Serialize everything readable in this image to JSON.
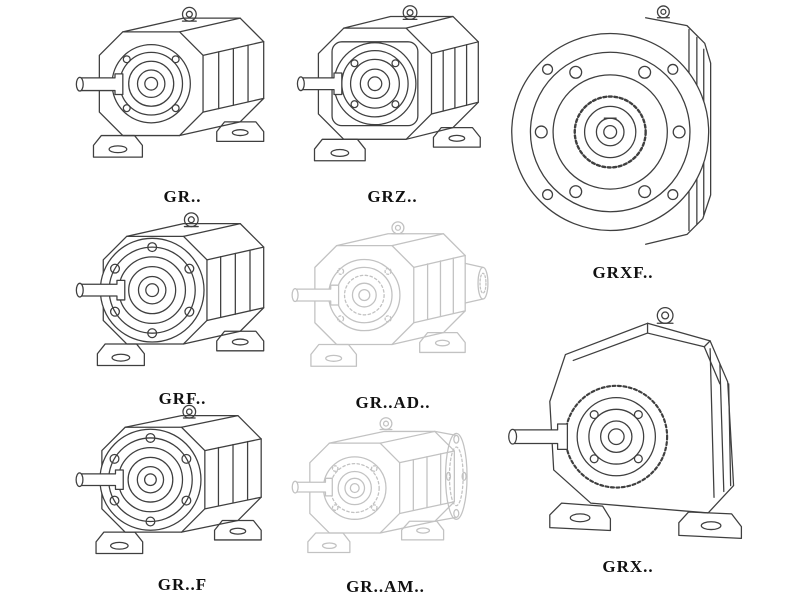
{
  "colors": {
    "line": "#3f3f3f",
    "faded": "#c2c2c2",
    "label": "#111111",
    "background": "#ffffff"
  },
  "figures": [
    {
      "id": "gr",
      "label": "GR.."
    },
    {
      "id": "grz",
      "label": "GRZ.."
    },
    {
      "id": "grxf",
      "label": "GRXF.."
    },
    {
      "id": "grf",
      "label": "GRF.."
    },
    {
      "id": "gr-ad",
      "label": "GR..AD.."
    },
    {
      "id": "gr-f",
      "label": "GR..F"
    },
    {
      "id": "gr-am",
      "label": "GR..AM.."
    },
    {
      "id": "grx",
      "label": "GRX.."
    }
  ]
}
